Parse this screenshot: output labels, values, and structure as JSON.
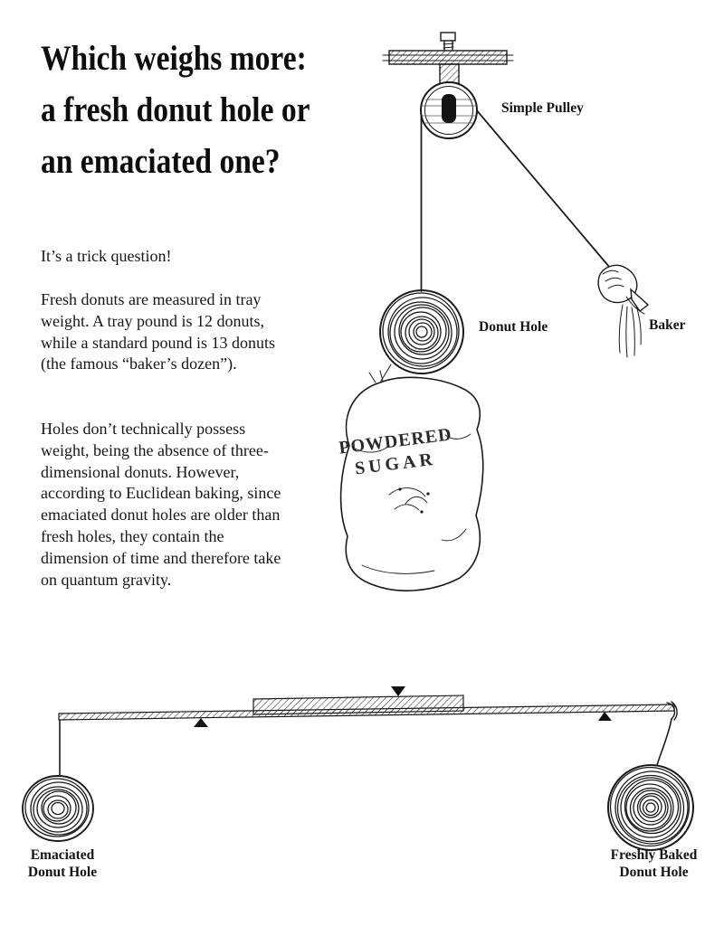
{
  "colors": {
    "ink": "#1a1a1a",
    "paper": "#ffffff"
  },
  "title_lines": [
    "Which weighs more:",
    "a fresh donut hole or",
    "an emaciated one?"
  ],
  "paragraphs": {
    "intro": "It’s a trick question!",
    "tray_weight": "Fresh donuts are measured in tray weight.  A tray pound is 12 donuts, while a standard pound is 13 donuts (the famous “baker’s dozen”).",
    "quantum": "Holes don’t technically possess weight, being the absence of three-dimensional donuts.  However, according to Euclidean baking, since emaciated donut holes are older than fresh holes, they contain the dimension of time and therefore take on quantum gravity."
  },
  "pulley_scene": {
    "pulley_label": "Simple Pulley",
    "donut_hole_label": "Donut Hole",
    "baker_label": "Baker",
    "sugar_bag": {
      "line1": "POWDERED",
      "line2": "SUGAR"
    }
  },
  "balance_scene": {
    "left_label": "Emaciated\nDonut Hole",
    "right_label": "Freshly Baked\nDonut Hole"
  }
}
